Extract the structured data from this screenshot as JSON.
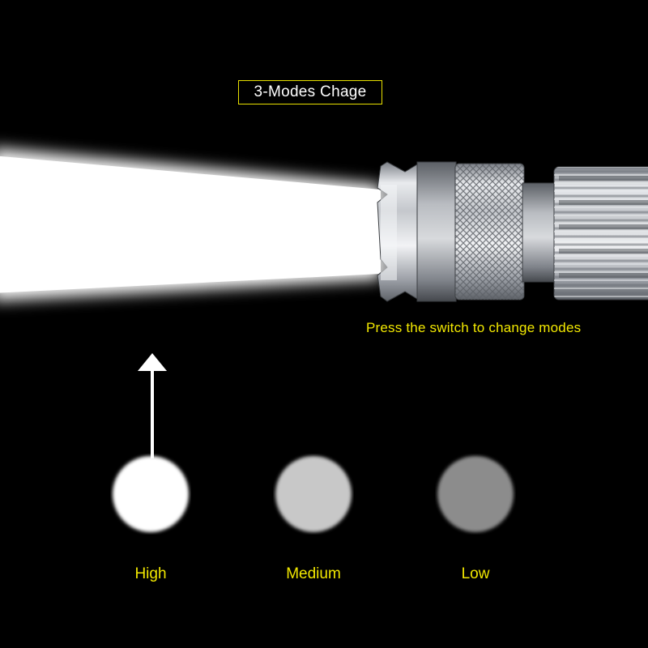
{
  "title": "3-Modes Chage",
  "instruction": "Press the switch to change modes",
  "modes": [
    {
      "label": "High",
      "brightness": 1.0,
      "color": "#ffffff"
    },
    {
      "label": "Medium",
      "brightness": 0.78,
      "color": "#c8c8c8"
    },
    {
      "label": "Low",
      "brightness": 0.55,
      "color": "#8c8c8c"
    }
  ],
  "colors": {
    "background": "#000000",
    "accent_text": "#f2e800",
    "border": "#e8e000",
    "beam": "#ffffff",
    "body_metal": "#b8bcc2"
  },
  "icons": {
    "arrow": "up-arrow-icon"
  }
}
